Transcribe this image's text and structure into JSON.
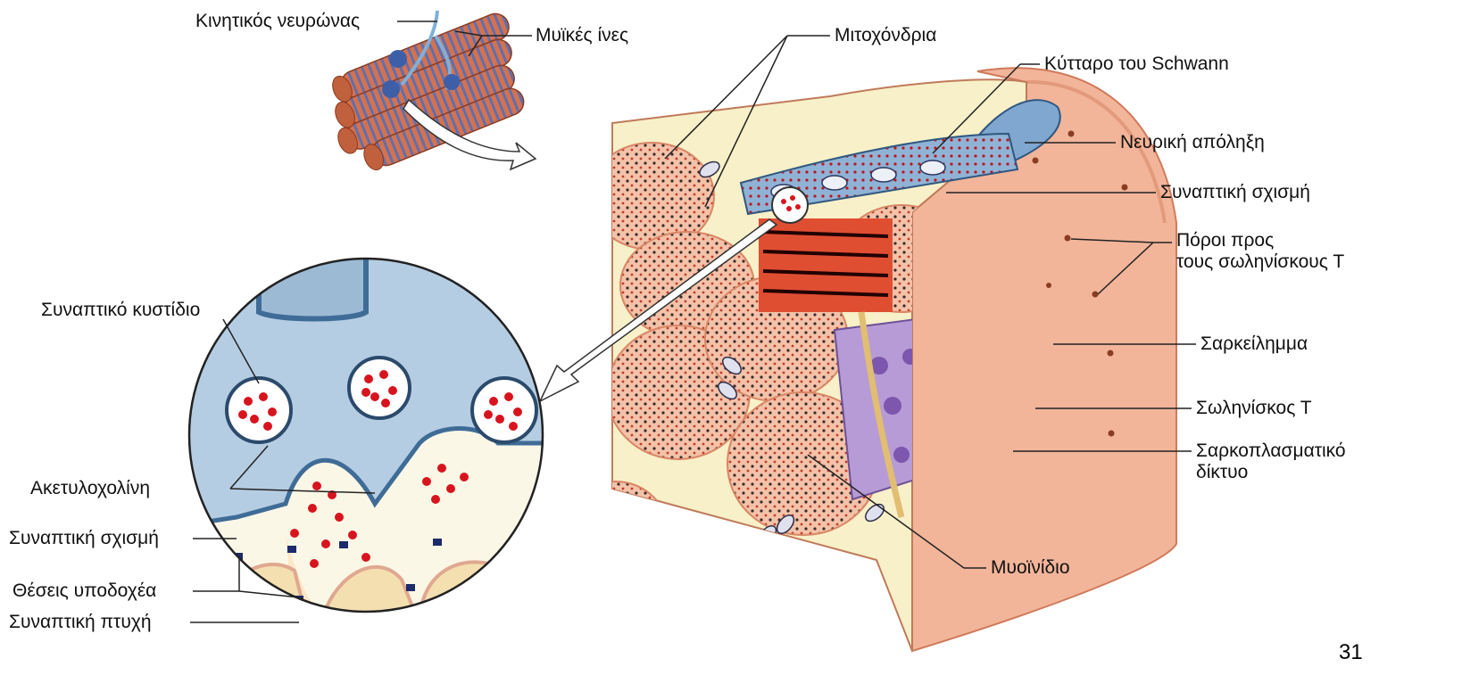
{
  "labels": {
    "motor_neuron": "Κινητικός νευρώνας",
    "muscle_fibers": "Μυϊκές ίνες",
    "mitochondria": "Μιτοχόνδρια",
    "schwann_cell": "Κύτταρο του Schwann",
    "nerve_terminal": "Νευρική απόληξη",
    "synaptic_cleft_right": "Συναπτική σχισμή",
    "t_tubule_pores_line1": "Πόροι προς",
    "t_tubule_pores_line2": "τους σωληνίσκους Τ",
    "sarcolemma": "Σαρκείλημμα",
    "t_tubule": "Σωληνίσκος Τ",
    "sarcoplasmic_reticulum_line1": "Σαρκοπλασματικό",
    "sarcoplasmic_reticulum_line2": "δίκτυο",
    "myofibril": "Μυοϊνίδιο",
    "synaptic_vesicle": "Συναπτικό κυστίδιο",
    "acetylcholine": "Ακετυλοχολίνη",
    "synaptic_cleft_left": "Συναπτική σχισμή",
    "receptor_sites": "Θέσεις υποδοχέα",
    "synaptic_fold": "Συναπτική πτυχή"
  },
  "page_number": "31",
  "colors": {
    "muscle_fill": "#f2b59a",
    "muscle_edge": "#d98565",
    "cytoplasm": "#f7f0c8",
    "nerve_blue": "#86acd0",
    "vesicle_red": "#d7141e",
    "sr_purple": "#b79bd6",
    "ttubule_yellow": "#e1be72",
    "myofibril_red": "#e04e32"
  }
}
